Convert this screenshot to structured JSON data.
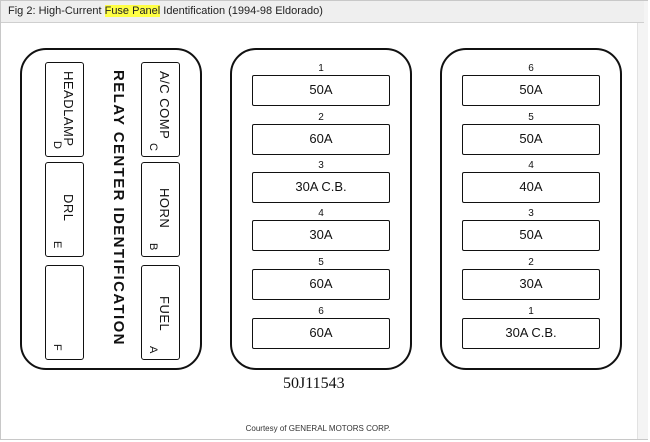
{
  "figure": {
    "title_prefix": "Fig 2: High-Current ",
    "title_highlight": "Fuse Panel",
    "title_suffix": " Identification (1994-98 Eldorado)",
    "highlight_color": "#ffff44"
  },
  "relay_center": {
    "label": "RELAY CENTER IDENTIFICATION",
    "relays": [
      {
        "name": "HEADLAMP",
        "letter": "D"
      },
      {
        "name": "DRL",
        "letter": "E"
      },
      {
        "name": "",
        "letter": "F"
      },
      {
        "name": "A/C COMP",
        "letter": "C"
      },
      {
        "name": "HORN",
        "letter": "B"
      },
      {
        "name": "FUEL",
        "letter": "A"
      }
    ]
  },
  "fuse_panel_left": [
    {
      "number": "1",
      "rating": "50A"
    },
    {
      "number": "2",
      "rating": "60A"
    },
    {
      "number": "3",
      "rating": "30A C.B."
    },
    {
      "number": "4",
      "rating": "30A"
    },
    {
      "number": "5",
      "rating": "60A"
    },
    {
      "number": "6",
      "rating": "60A"
    }
  ],
  "fuse_panel_right": [
    {
      "number": "6",
      "rating": "50A"
    },
    {
      "number": "5",
      "rating": "50A"
    },
    {
      "number": "4",
      "rating": "40A"
    },
    {
      "number": "3",
      "rating": "50A"
    },
    {
      "number": "2",
      "rating": "30A"
    },
    {
      "number": "1",
      "rating": "30A C.B."
    }
  ],
  "part_number": "50J11543",
  "courtesy": "Courtesy of GENERAL MOTORS CORP."
}
